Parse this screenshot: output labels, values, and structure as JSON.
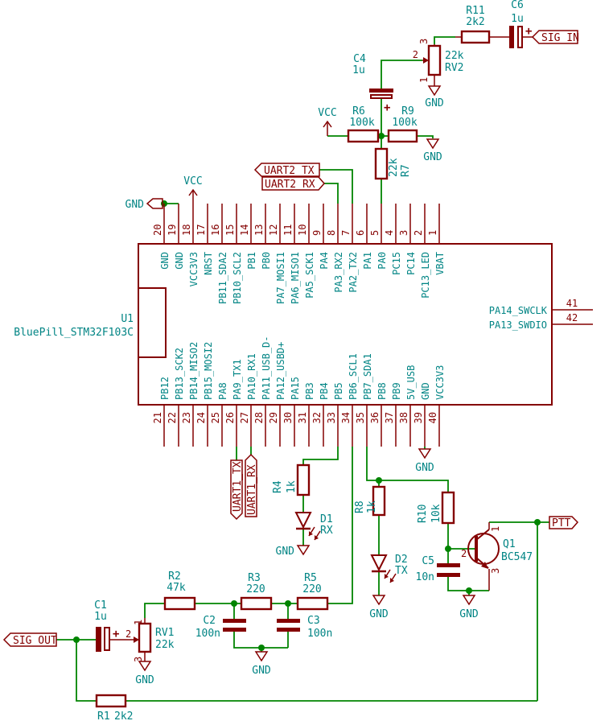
{
  "colors": {
    "wire": "#008400",
    "device": "#840000",
    "field": "#008484",
    "background": "#ffffff"
  },
  "power": {
    "vcc": "VCC",
    "gnd": "GND"
  },
  "labels": {
    "sig_in": "SIG_IN",
    "sig_out": "SIG_OUT",
    "ptt": "PTT",
    "uart2_tx": "UART2_TX",
    "uart2_rx": "UART2_RX",
    "uart1_tx": "UART1_TX",
    "uart1_rx": "UART1_RX"
  },
  "ic": {
    "ref": "U1",
    "value": "BluePill_STM32F103C",
    "top_pins": [
      {
        "num": "20",
        "name": "GND"
      },
      {
        "num": "19",
        "name": "GND"
      },
      {
        "num": "18",
        "name": "VCC3V3"
      },
      {
        "num": "17",
        "name": "NRST"
      },
      {
        "num": "16",
        "name": "PB11_SDA2"
      },
      {
        "num": "15",
        "name": "PB10_SCL2"
      },
      {
        "num": "14",
        "name": "PB1"
      },
      {
        "num": "13",
        "name": "PB0"
      },
      {
        "num": "12",
        "name": "PA7_MOSI1"
      },
      {
        "num": "11",
        "name": "PA6_MISO1"
      },
      {
        "num": "10",
        "name": "PA5_SCK1"
      },
      {
        "num": "9",
        "name": "PA4"
      },
      {
        "num": "8",
        "name": "PA3_RX2"
      },
      {
        "num": "7",
        "name": "PA2_TX2"
      },
      {
        "num": "6",
        "name": "PA1"
      },
      {
        "num": "5",
        "name": "PA0"
      },
      {
        "num": "4",
        "name": "PC15"
      },
      {
        "num": "3",
        "name": "PC14"
      },
      {
        "num": "2",
        "name": "PC13_LED"
      },
      {
        "num": "1",
        "name": "VBAT"
      }
    ],
    "bottom_pins": [
      {
        "num": "21",
        "name": "PB12"
      },
      {
        "num": "22",
        "name": "PB13_SCK2"
      },
      {
        "num": "23",
        "name": "PB14_MISO2"
      },
      {
        "num": "24",
        "name": "PB15_MOSI2"
      },
      {
        "num": "25",
        "name": "PA8"
      },
      {
        "num": "26",
        "name": "PA9_TX1"
      },
      {
        "num": "27",
        "name": "PA10_RX1"
      },
      {
        "num": "28",
        "name": "PA11_USB_D-"
      },
      {
        "num": "29",
        "name": "PA12_USBD+"
      },
      {
        "num": "30",
        "name": "PA15"
      },
      {
        "num": "31",
        "name": "PB3"
      },
      {
        "num": "32",
        "name": "PB4"
      },
      {
        "num": "33",
        "name": "PB5"
      },
      {
        "num": "34",
        "name": "PB6_SCL1"
      },
      {
        "num": "35",
        "name": "PB7_SDA1"
      },
      {
        "num": "36",
        "name": "PB8"
      },
      {
        "num": "37",
        "name": "PB9"
      },
      {
        "num": "38",
        "name": "5V_USB"
      },
      {
        "num": "39",
        "name": "GND"
      },
      {
        "num": "40",
        "name": "VCC3V3"
      }
    ],
    "right_pins": [
      {
        "num": "41",
        "name": "PA14_SWCLK"
      },
      {
        "num": "42",
        "name": "PA13_SWDIO"
      }
    ]
  },
  "components": {
    "r1": {
      "ref": "R1",
      "value": "2k2"
    },
    "r2": {
      "ref": "R2",
      "value": "47k"
    },
    "r3": {
      "ref": "R3",
      "value": "220"
    },
    "r4": {
      "ref": "R4",
      "value": "1k"
    },
    "r5": {
      "ref": "R5",
      "value": "220"
    },
    "r6": {
      "ref": "R6",
      "value": "100k"
    },
    "r7": {
      "ref": "R7",
      "value": "22k"
    },
    "r8": {
      "ref": "R8",
      "value": "1k"
    },
    "r9": {
      "ref": "R9",
      "value": "100k"
    },
    "r10": {
      "ref": "R10",
      "value": "10k"
    },
    "r11": {
      "ref": "R11",
      "value": "2k2"
    },
    "rv1": {
      "ref": "RV1",
      "value": "22k",
      "pin1": "1",
      "pin2": "2",
      "pin3": "3"
    },
    "rv2": {
      "ref": "RV2",
      "value": "22k",
      "pin1": "1",
      "pin2": "2",
      "pin3": "3"
    },
    "c1": {
      "ref": "C1",
      "value": "1u",
      "plus": "+"
    },
    "c2": {
      "ref": "C2",
      "value": "100n"
    },
    "c3": {
      "ref": "C3",
      "value": "100n"
    },
    "c4": {
      "ref": "C4",
      "value": "1u",
      "plus": "+"
    },
    "c5": {
      "ref": "C5",
      "value": "10n"
    },
    "c6": {
      "ref": "C6",
      "value": "1u",
      "plus": "+"
    },
    "d1": {
      "ref": "D1",
      "value": "RX"
    },
    "d2": {
      "ref": "D2",
      "value": "TX"
    },
    "q1": {
      "ref": "Q1",
      "value": "BC547",
      "pin1": "1",
      "pin2": "2",
      "pin3": "3"
    }
  }
}
